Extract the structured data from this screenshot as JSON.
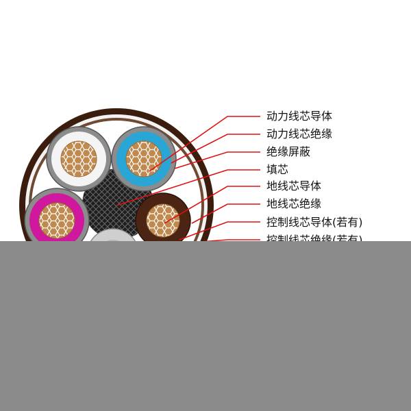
{
  "labels": [
    "动力线芯导体",
    "动力线芯绝缘",
    "绝缘屏蔽",
    "填芯",
    "地线芯导体",
    "地线芯绝缘",
    "控制线芯导体(若有)",
    "控制线芯绝缘(若有)"
  ],
  "colors": {
    "outer_sheath": "#3b1d0d",
    "leader_line": "#e01010",
    "conductor": "#c0894d",
    "blue_insulation": "#2aa6d6",
    "magenta_insulation": "#d0189e",
    "brown_insulation": "#4b2414",
    "white_insulation": "#f4f4f4",
    "screen_gray": "#8c8c8c",
    "filler": "#1f1f1f",
    "cover": "#8b8b8b"
  }
}
